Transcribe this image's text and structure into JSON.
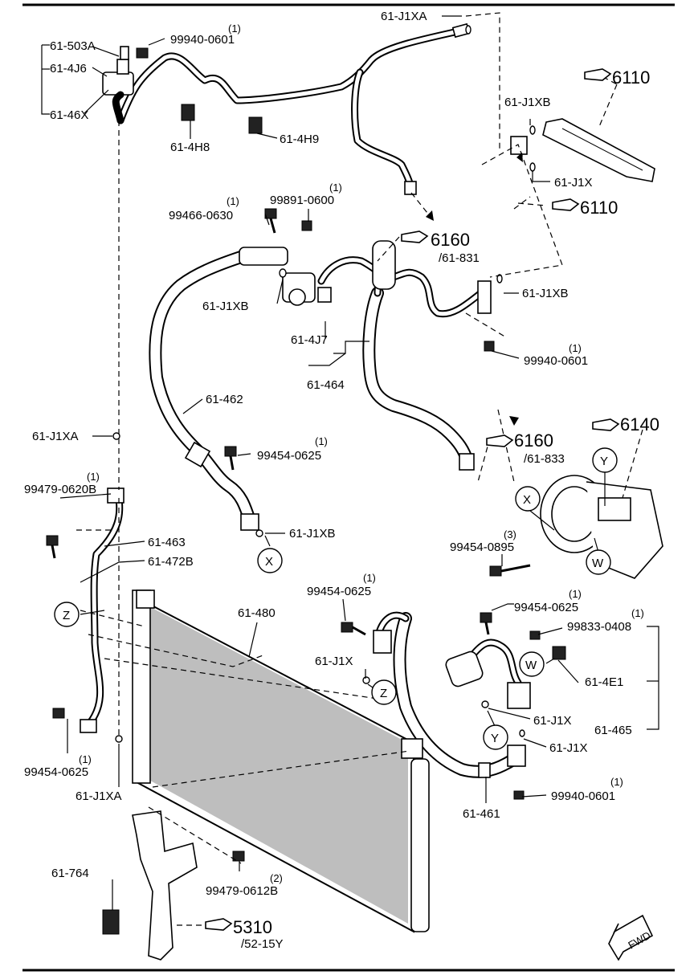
{
  "diagram": {
    "callouts": {
      "c_61_J1XA_top": "61-J1XA",
      "c_99940_top": "99940-0601",
      "c_99940_top_qty": "(1)",
      "c_61_503A": "61-503A",
      "c_61_4J6": "61-4J6",
      "c_61_46X": "61-46X",
      "c_61_4H8": "61-4H8",
      "c_61_4H9": "61-4H9",
      "c_6110_a": "6110",
      "c_61_J1XB_a": "61-J1XB",
      "c_61_J1X_a": "61-J1X",
      "c_6110_b": "6110",
      "c_99891": "99891-0600",
      "c_99891_qty": "(1)",
      "c_99466": "99466-0630",
      "c_99466_qty": "(1)",
      "c_6160_a": "6160",
      "c_6160_a_sub": "/61-831",
      "c_61_J1XB_b": "61-J1XB",
      "c_61_J1XB_c": "61-J1XB",
      "c_61_4J7": "61-4J7",
      "c_99940_mid": "99940-0601",
      "c_99940_mid_qty": "(1)",
      "c_61_464": "61-464",
      "c_61_462": "61-462",
      "c_61_J1XA_left": "61-J1XA",
      "c_99454_a": "99454-0625",
      "c_99454_a_qty": "(1)",
      "c_6160_b": "6160",
      "c_6160_b_sub": "/61-833",
      "c_6140": "6140",
      "c_99479_a": "99479-0620B",
      "c_99479_a_qty": "(1)",
      "c_61_J1XB_d": "61-J1XB",
      "c_61_463": "61-463",
      "c_61_472B": "61-472B",
      "c_99454_0895": "99454-0895",
      "c_99454_0895_qty": "(3)",
      "c_61_480": "61-480",
      "c_99454_b": "99454-0625",
      "c_99454_b_qty": "(1)",
      "c_99454_c": "99454-0625",
      "c_99454_c_qty": "(1)",
      "c_99833": "99833-0408",
      "c_99833_qty": "(1)",
      "c_61_J1X_b": "61-J1X",
      "c_61_4E1": "61-4E1",
      "c_61_J1X_c": "61-J1X",
      "c_61_465": "61-465",
      "c_61_J1X_d": "61-J1X",
      "c_99454_d": "99454-0625",
      "c_99454_d_qty": "(1)",
      "c_61_J1XA_low": "61-J1XA",
      "c_99940_low": "99940-0601",
      "c_99940_low_qty": "(1)",
      "c_61_461": "61-461",
      "c_61_764": "61-764",
      "c_99479_b": "99479-0612B",
      "c_99479_b_qty": "(2)",
      "c_5310": "5310",
      "c_5310_sub": "/52-15Y",
      "fwd": "FWD"
    },
    "markers": {
      "X_a": "X",
      "X_b": "X",
      "Y_a": "Y",
      "Y_b": "Y",
      "Z_a": "Z",
      "Z_b": "Z",
      "W_a": "W",
      "W_b": "W"
    }
  }
}
